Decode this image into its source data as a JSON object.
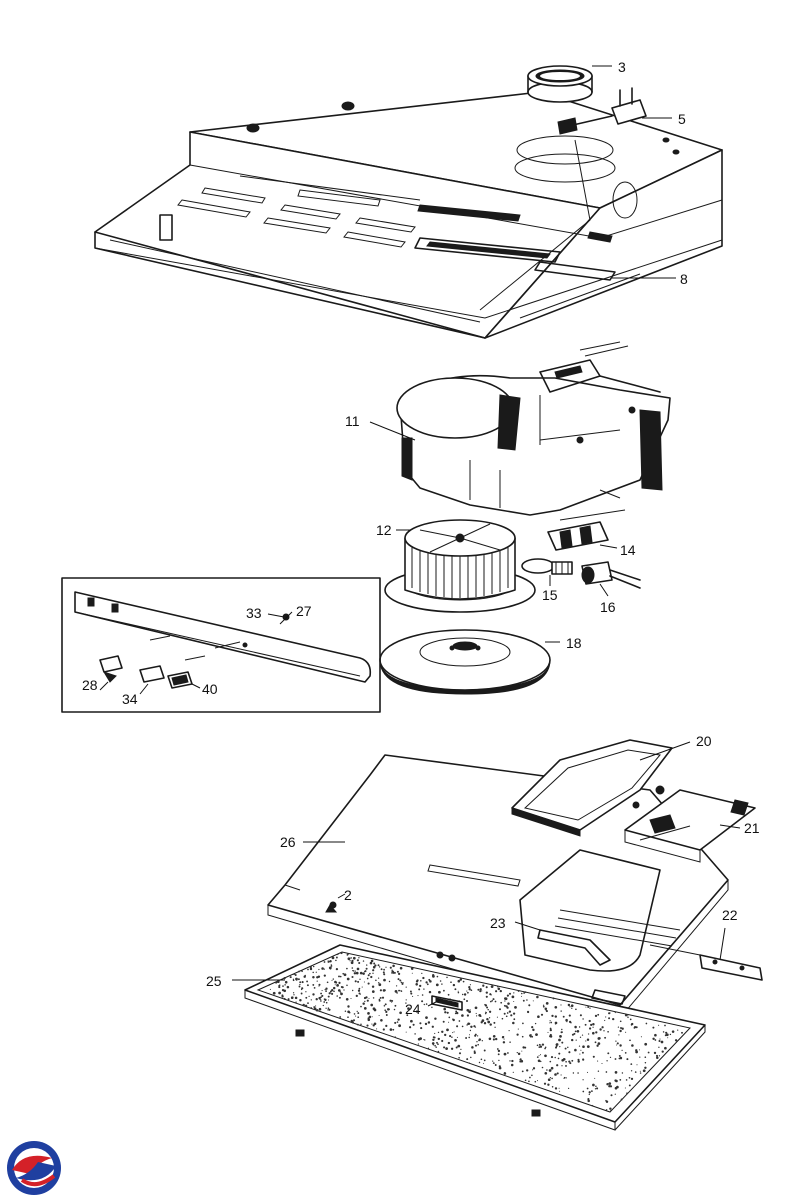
{
  "labels": {
    "p3": "3",
    "p5": "5",
    "p8": "8",
    "p11": "11",
    "p12": "12",
    "p14": "14",
    "p15": "15",
    "p16": "16",
    "p18": "18",
    "p27": "27",
    "p33": "33",
    "p28": "28",
    "p34": "34",
    "p40": "40",
    "p20": "20",
    "p21": "21",
    "p26": "26",
    "p2": "2",
    "p23": "23",
    "p22": "22",
    "p25": "25",
    "p24": "24"
  },
  "logo": {
    "icon": "circular-swirl-logo-icon",
    "colors": [
      "#1f3fa0",
      "#d42128"
    ]
  }
}
